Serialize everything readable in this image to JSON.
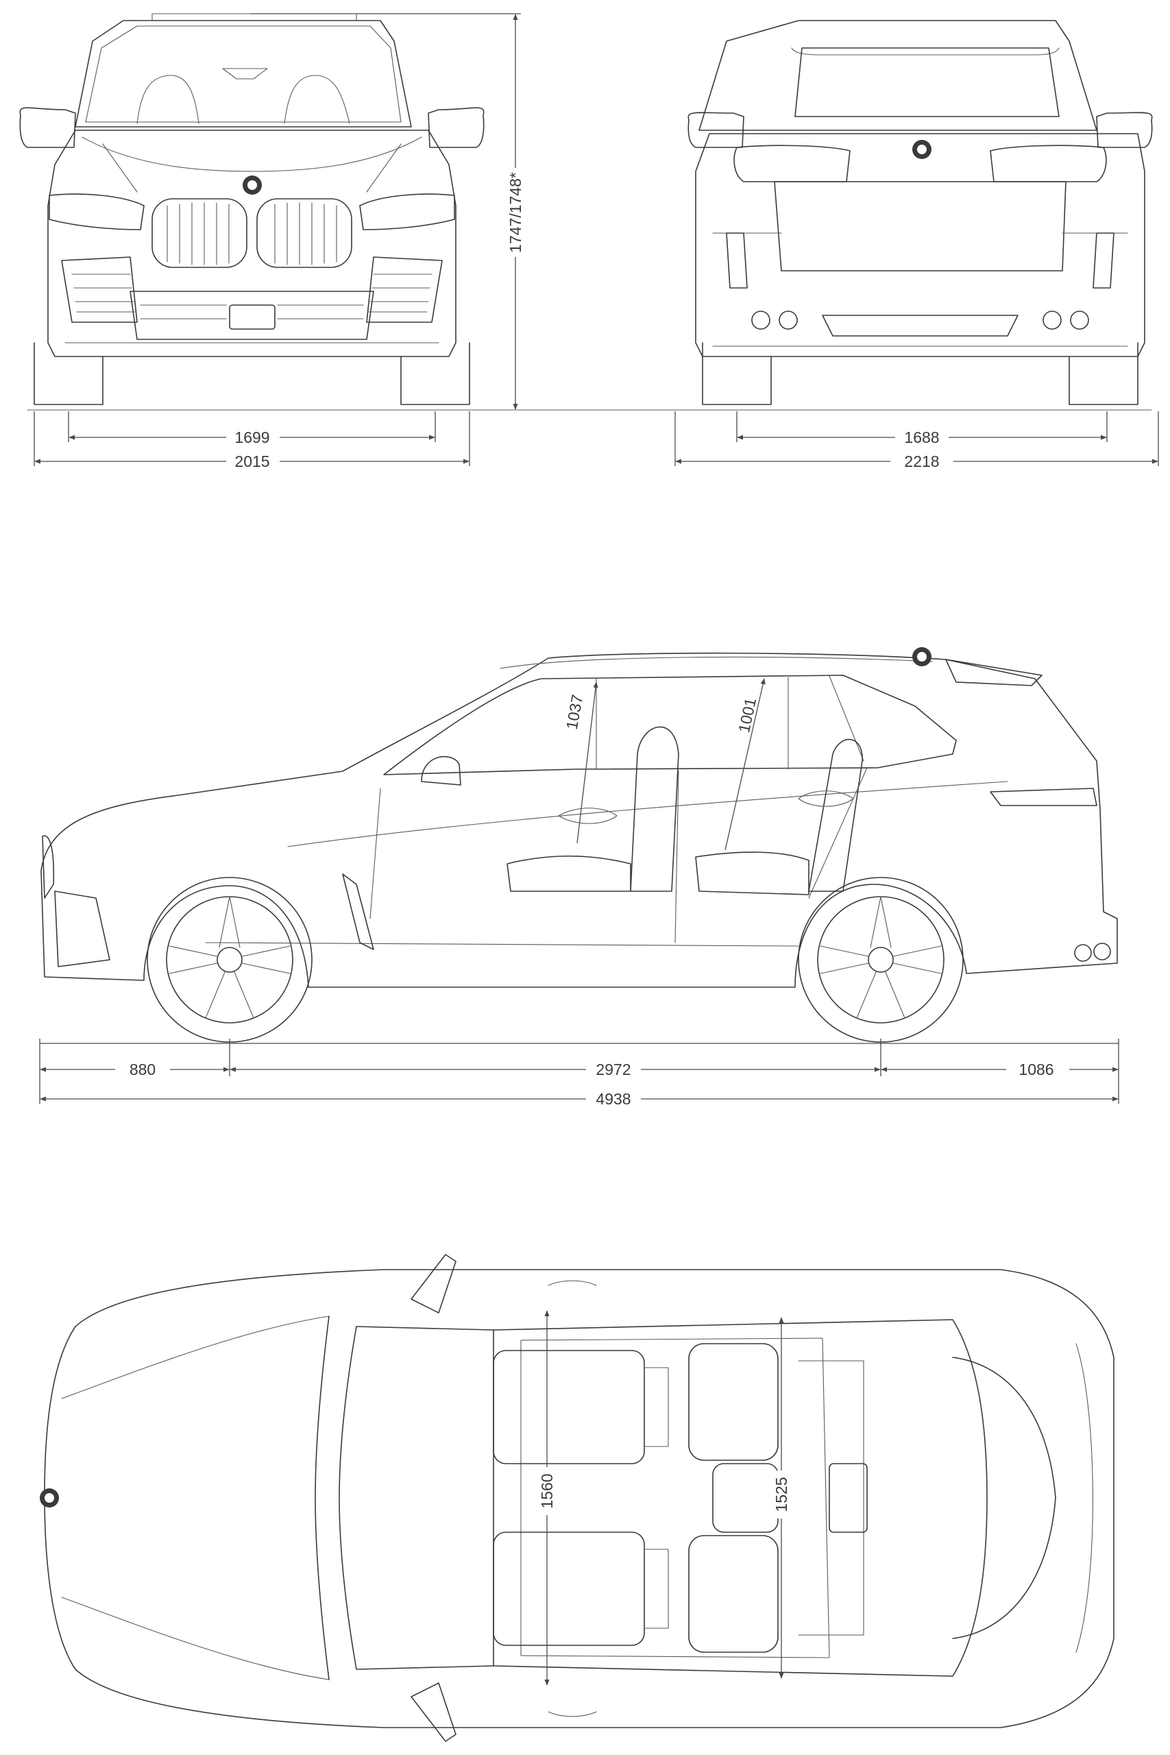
{
  "dimensions": {
    "front_track": "1699",
    "front_width": "2015",
    "height": "1747/1748*",
    "rear_track": "1688",
    "rear_width": "2218",
    "front_overhang": "880",
    "wheelbase": "2972",
    "rear_overhang": "1086",
    "overall_length": "4938",
    "front_headroom": "1037",
    "rear_headroom": "1001",
    "front_shoulder_width": "1560",
    "rear_shoulder_width": "1525"
  },
  "icons": {
    "front_view": "car-front-view-icon",
    "rear_view": "car-rear-view-icon",
    "side_view": "car-side-view-icon",
    "top_view": "car-top-view-icon",
    "logo": "roundel-logo-icon"
  },
  "colors": {
    "line": "#3a3a3a",
    "background": "#ffffff"
  }
}
